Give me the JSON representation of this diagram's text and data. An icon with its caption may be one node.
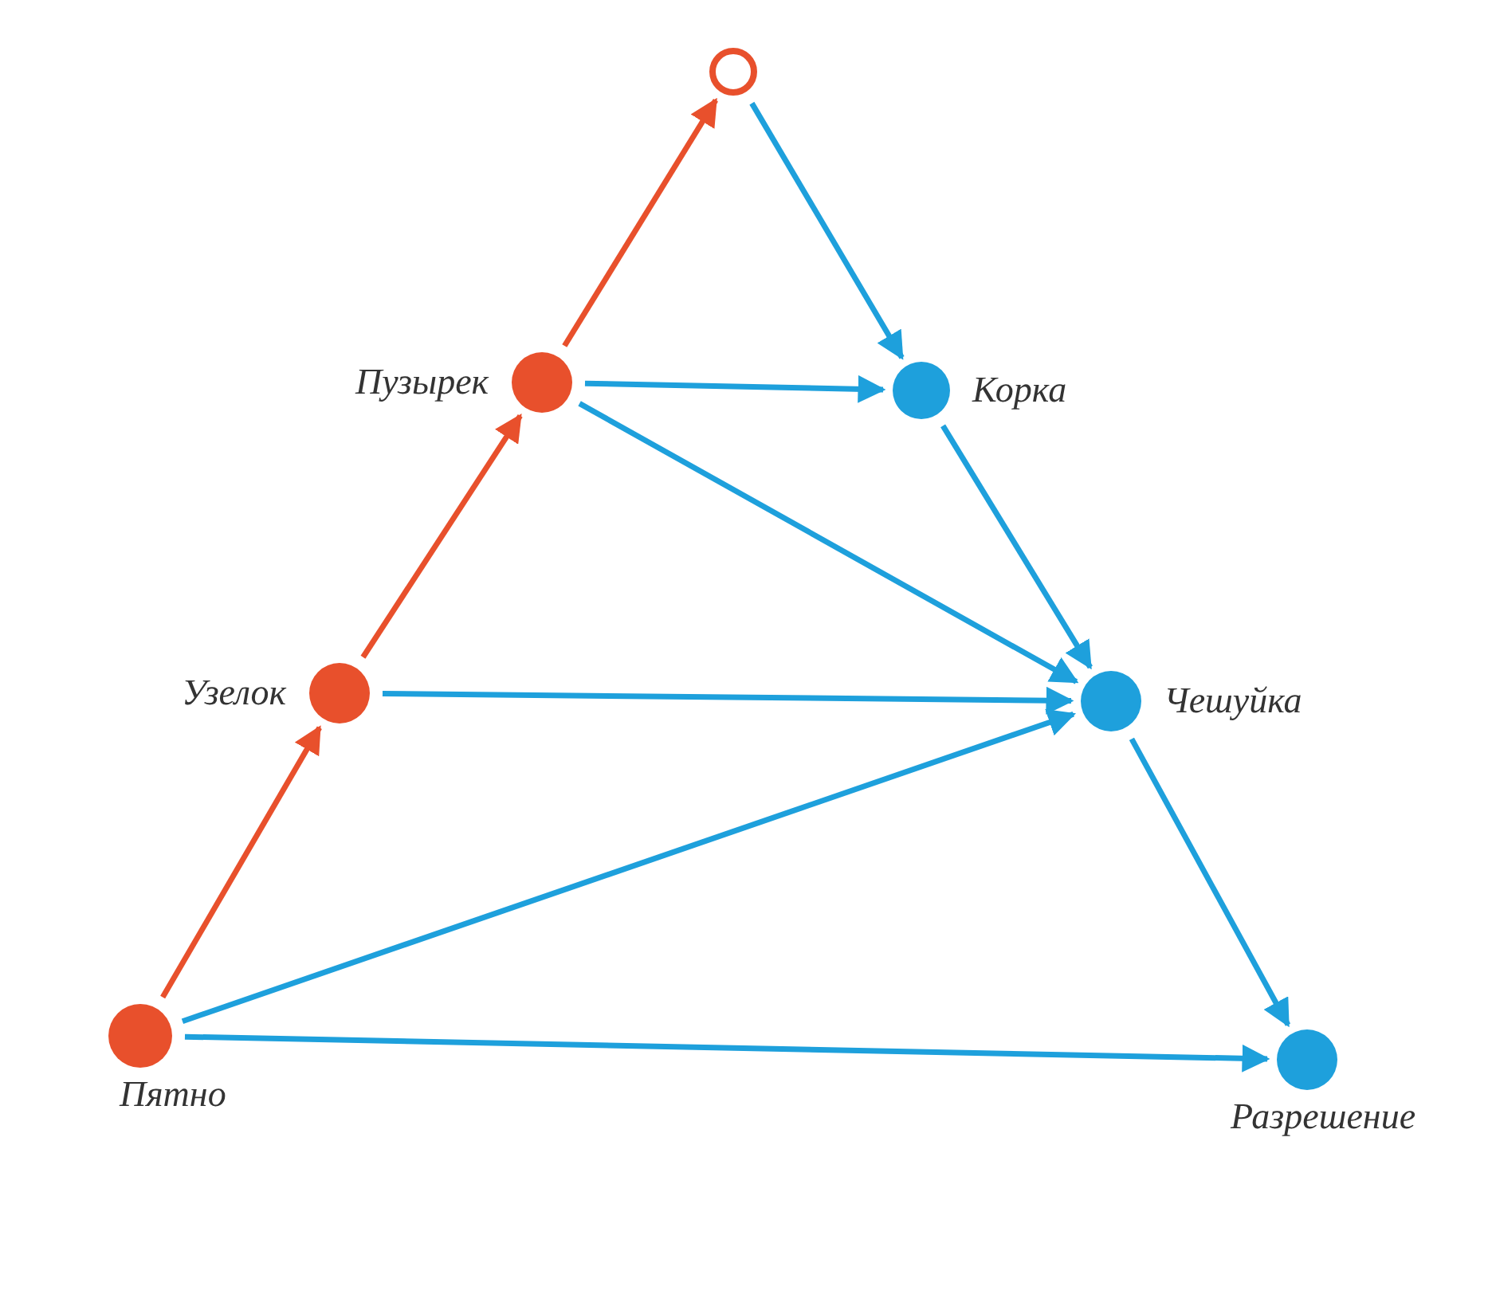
{
  "diagram": {
    "nodes": [
      {
        "text": [],
        "shape": "circle"
      },
      {
        "text": [
          "Пузырек"
        ]
      },
      {
        "text": [
          "Корка"
        ]
      },
      {
        "text": [
          "Узелок"
        ]
      },
      {
        "text": [
          "Чешуйка"
        ]
      },
      {
        "text": [
          "Пятно"
        ]
      },
      {
        "text": [
          "Разрешение"
        ]
      }
    ],
    "edges": [
      {
        "from": 5,
        "to": 3,
        "arrow": "to",
        "color": "#e8502c"
      },
      {
        "from": 3,
        "to": 1,
        "arrow": "to",
        "color": "#e8502c"
      },
      {
        "from": 1,
        "to": 0,
        "arrow": "to",
        "color": "#e8502c"
      },
      {
        "from": 0,
        "to": 2,
        "arrow": "to"
      },
      {
        "from": 1,
        "to": 2,
        "arrow": "to"
      },
      {
        "from": 1,
        "to": 4,
        "arrow": "to"
      },
      {
        "from": 2,
        "to": 4,
        "arrow": "to"
      },
      {
        "from": 3,
        "to": 4,
        "arrow": "to"
      },
      {
        "from": 5,
        "to": 4,
        "arrow": "to"
      },
      {
        "from": 5,
        "to": 6,
        "arrow": "to"
      },
      {
        "from": 4,
        "to": 6,
        "arrow": "to"
      }
    ]
  }
}
